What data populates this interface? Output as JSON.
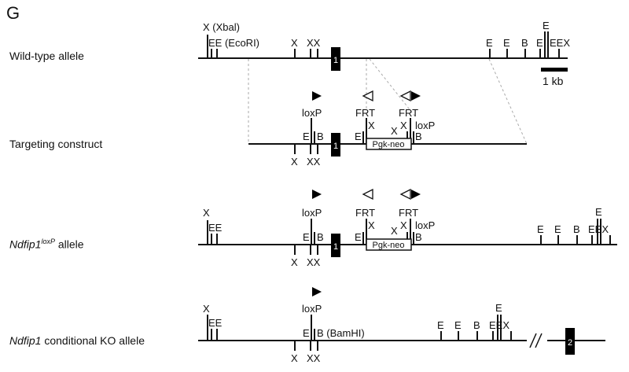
{
  "panel_letter": "G",
  "rows": {
    "wildtype": {
      "label": "Wild-type allele",
      "xbal_label": "X (Xbal)",
      "ecori_label": "EE (EcoRI)",
      "site_x": "X",
      "site_e": "E",
      "site_b": "B",
      "site_xx": "XX",
      "site_eex": "EEX",
      "exon": "1",
      "scale_label": "1 kb"
    },
    "targeting": {
      "label": "Targeting construct",
      "loxp": "loxP",
      "frt": "FRT",
      "cassette": "Pgk-neo",
      "site_x": "X",
      "site_e": "E",
      "site_b": "B",
      "site_xx": "XX",
      "exon": "1"
    },
    "loxp_allele": {
      "label_italic": "Ndfip1",
      "label_sup": "loxP",
      "label_rest": " allele",
      "loxp": "loxP",
      "frt": "FRT",
      "cassette": "Pgk-neo",
      "site_x": "X",
      "site_e": "E",
      "site_b": "B",
      "site_ee": "EE",
      "site_xx": "XX",
      "site_eex": "EEX",
      "exon": "1"
    },
    "ko_allele": {
      "label_italic": "Ndfip1",
      "label_rest": " conditional KO allele",
      "loxp": "loxP",
      "bamhi": "B (BamHI)",
      "site_x": "X",
      "site_e": "E",
      "site_b": "B",
      "site_ee": "EE",
      "site_xx": "XX",
      "site_eex": "EEX",
      "exon": "2",
      "break_mark": "//"
    }
  },
  "colors": {
    "line": "#111111",
    "exon": "#000000",
    "guide": "#aaaaaa"
  }
}
